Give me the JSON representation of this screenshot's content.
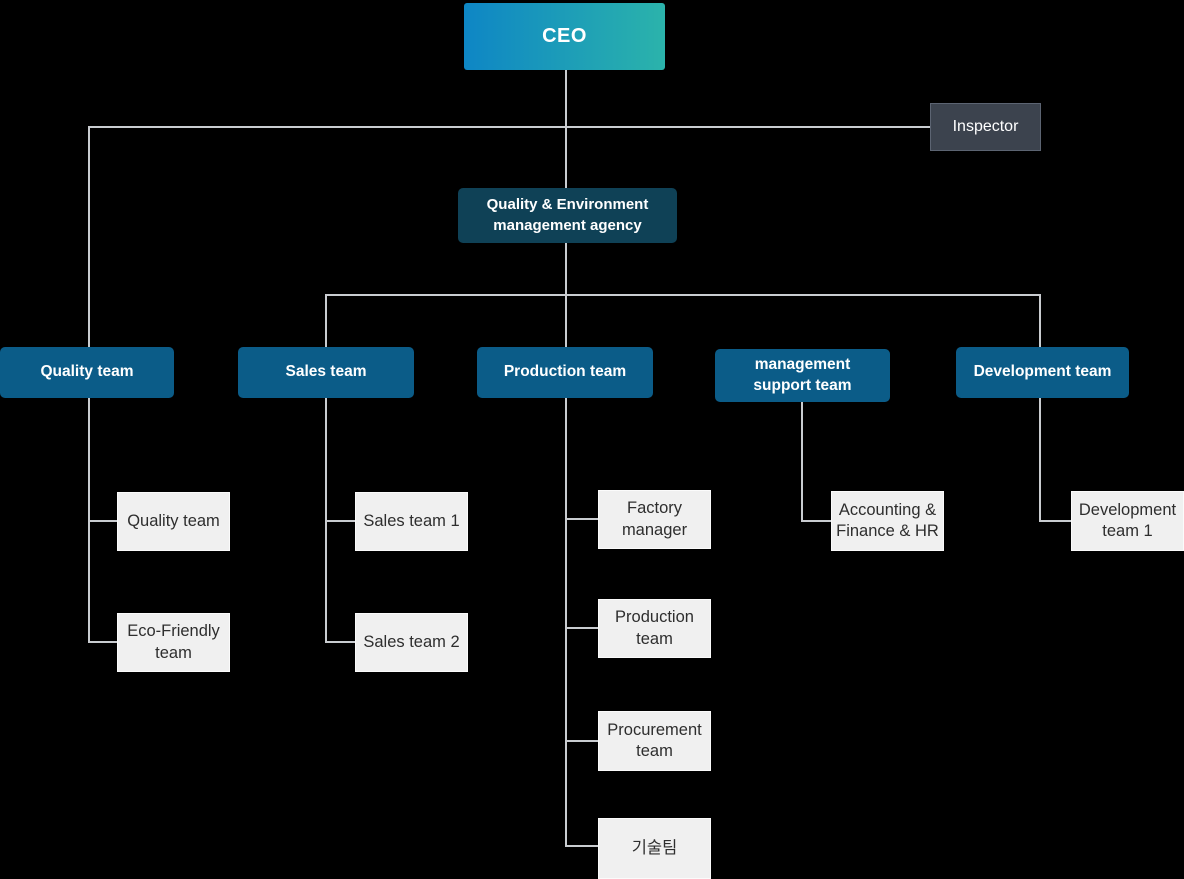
{
  "colors": {
    "background": "#000000",
    "ceo_gradient_start": "#0e86c5",
    "ceo_gradient_end": "#2bb3ab",
    "team_blue": "#0b5c88",
    "agency_navy": "#0f4156",
    "inspector_gray": "#3c434e",
    "inspector_border": "#5c6472",
    "sub_box_bg": "#f0f0f0",
    "sub_box_border": "#fbfbfb",
    "line_gray": "#c9ccd0",
    "text_light": "#ffffff",
    "text_dark": "#2e2e2e"
  },
  "org": {
    "ceo": {
      "label": "CEO"
    },
    "inspector": {
      "label": "Inspector"
    },
    "agency": {
      "label": "Quality & Environment management agency"
    },
    "teams": [
      {
        "label": "Quality team",
        "children": [
          {
            "label": "Quality team"
          },
          {
            "label": "Eco-Friendly team"
          }
        ]
      },
      {
        "label": "Sales team",
        "children": [
          {
            "label": "Sales team 1"
          },
          {
            "label": "Sales team 2"
          }
        ]
      },
      {
        "label": "Production team",
        "children": [
          {
            "label": "Factory manager"
          },
          {
            "label": "Production team"
          },
          {
            "label": "Procurement team"
          },
          {
            "label": "기술팀"
          }
        ]
      },
      {
        "label": "management support team",
        "children": [
          {
            "label": "Accounting & Finance & HR"
          }
        ]
      },
      {
        "label": "Development team",
        "children": [
          {
            "label": "Development team 1"
          }
        ]
      }
    ]
  }
}
